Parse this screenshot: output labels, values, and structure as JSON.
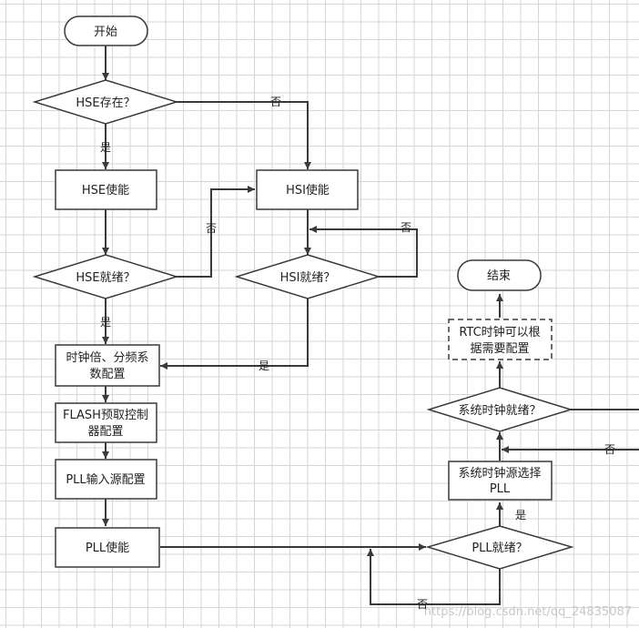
{
  "nodes": {
    "start": "开始",
    "hse_exists": "HSE存在？",
    "hse_enable": "HSE使能",
    "hsi_enable": "HSI使能",
    "hse_ready": "HSE就绪？",
    "hsi_ready": "HSI就绪？",
    "prescaler_line1": "时钟倍、分频系",
    "prescaler_line2": "数配置",
    "flash_line1": "FLASH预取控制",
    "flash_line2": "器配置",
    "pll_source": "PLL输入源配置",
    "pll_enable": "PLL使能",
    "pll_ready": "PLL就绪？",
    "sysclk_source_line1": "系统时钟源选择",
    "sysclk_source_line2": "PLL",
    "sysclk_ready": "系统时钟就绪？",
    "rtc_line1": "RTC时钟可以根",
    "rtc_line2": "据需要配置",
    "end": "结束"
  },
  "edge_labels": {
    "hse_exists_no": "否",
    "hse_exists_yes": "是",
    "hse_ready_no": "否",
    "hse_ready_yes": "是",
    "hsi_ready_no": "否",
    "hsi_ready_yes": "是",
    "pll_ready_no": "否",
    "pll_ready_yes": "是",
    "sysclk_ready_no": "否"
  },
  "watermark": "https://blog.csdn.net/qq_24835087",
  "colors": {
    "stroke": "#3a3a3a",
    "fill": "#ffffff",
    "text": "#222222"
  }
}
